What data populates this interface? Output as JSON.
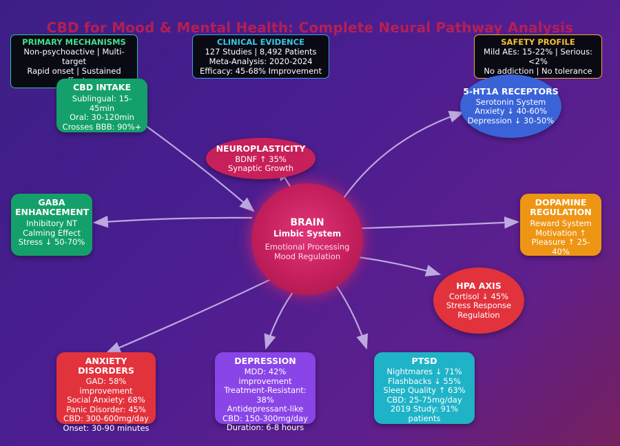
{
  "title": "CBD for Mood & Mental Health: Complete Neural Pathway Analysis",
  "colors": {
    "green": "#14a06a",
    "blue": "#3a63d8",
    "magenta": "#c8205a",
    "orange": "#ee9514",
    "red": "#e2323c",
    "purple": "#8a45e8",
    "cyan": "#1fb3c8",
    "arrow": "#c8b8e8"
  },
  "info": {
    "mechanisms": {
      "title": "PRIMARY MECHANISMS",
      "lines": [
        "Non-psychoactive | Multi-target",
        "Rapid onset | Sustained effect"
      ]
    },
    "evidence": {
      "title": "CLINICAL EVIDENCE",
      "lines": [
        "127 Studies | 8,492 Patients",
        "Meta-Analysis: 2020-2024",
        "Efficacy: 45-68% Improvement"
      ]
    },
    "safety": {
      "title": "SAFETY PROFILE",
      "lines": [
        "Mild AEs: 15-22% | Serious: <2%",
        "No addiction | No tolerance"
      ]
    }
  },
  "brain": {
    "title": "BRAIN",
    "subtitle": "Limbic System",
    "lines": [
      "Emotional Processing",
      "Mood Regulation"
    ]
  },
  "nodes": {
    "intake": {
      "title": "CBD INTAKE",
      "lines": [
        "Sublingual: 15-45min",
        "Oral: 30-120min",
        "Crosses BBB: 90%+"
      ]
    },
    "neuro": {
      "title": "NEUROPLASTICITY",
      "lines": [
        "BDNF ↑ 35%",
        "Synaptic Growth"
      ]
    },
    "ht1a": {
      "title": "5-HT1A RECEPTORS",
      "lines": [
        "Serotonin System",
        "Anxiety ↓ 40-60%",
        "Depression ↓ 30-50%"
      ]
    },
    "gaba": {
      "title1": "GABA",
      "title2": "ENHANCEMENT",
      "lines": [
        "Inhibitory NT",
        "Calming Effect",
        "Stress ↓ 50-70%"
      ]
    },
    "dopamine": {
      "title1": "DOPAMINE",
      "title2": "REGULATION",
      "lines": [
        "Reward System",
        "Motivation ↑",
        "Pleasure ↑ 25-40%"
      ]
    },
    "hpa": {
      "title": "HPA AXIS",
      "lines": [
        "Cortisol ↓ 45%",
        "Stress Response",
        "Regulation"
      ]
    },
    "anxiety": {
      "title": "ANXIETY DISORDERS",
      "lines": [
        "GAD: 58% improvement",
        "Social Anxiety: 68%",
        "Panic Disorder: 45%",
        "CBD: 300-600mg/day",
        "Onset: 30-90 minutes"
      ]
    },
    "depression": {
      "title": "DEPRESSION",
      "lines": [
        "MDD: 42% improvement",
        "Treatment-Resistant: 38%",
        "Antidepressant-like",
        "CBD: 150-300mg/day",
        "Duration: 6-8 hours"
      ]
    },
    "ptsd": {
      "title": "PTSD",
      "lines": [
        "Nightmares ↓ 71%",
        "Flashbacks ↓ 55%",
        "Sleep Quality ↑ 63%",
        "CBD: 25-75mg/day",
        "2019 Study: 91% patients"
      ]
    }
  }
}
